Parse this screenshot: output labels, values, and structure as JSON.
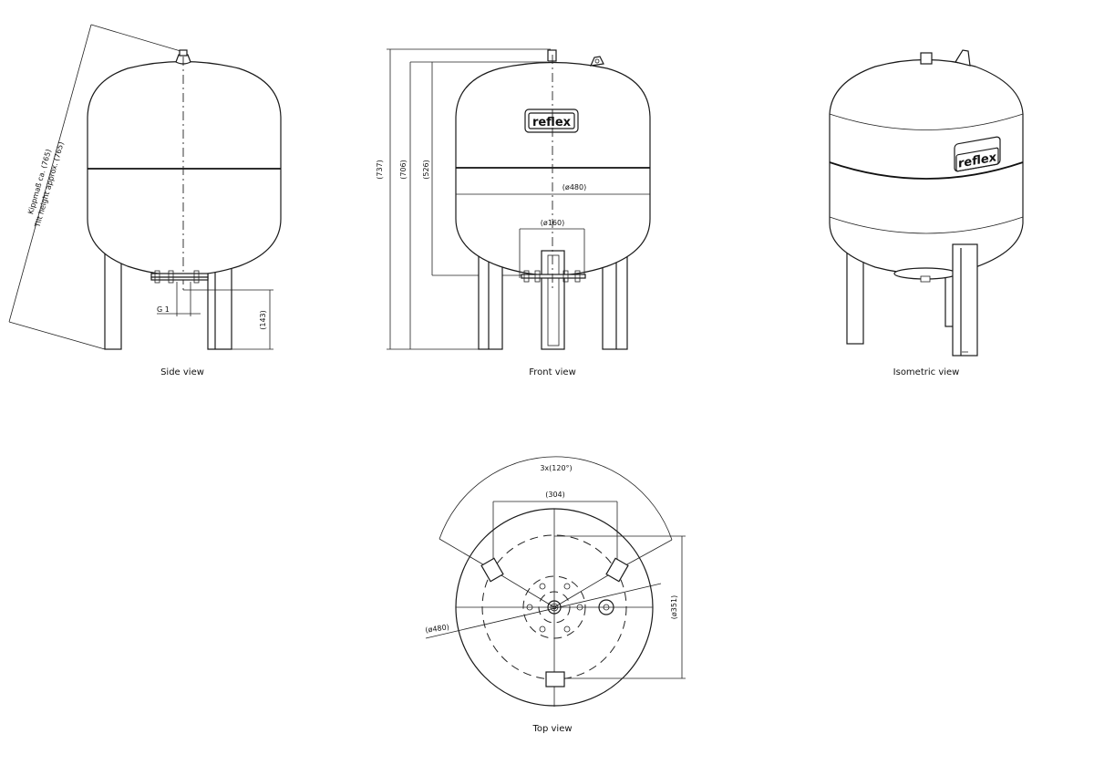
{
  "views": {
    "side": {
      "label": "Side view",
      "tilt_height_de": "Kippmaß ca. (765)",
      "tilt_height_en": "Tilt height approx. (765)",
      "connection": "G 1",
      "connection_height": "(143)"
    },
    "front": {
      "label": "Front view",
      "brand": "reflex",
      "total_height": "(737)",
      "body_height": "(706)",
      "connection_height": "(526)",
      "diameter": "(ø480)",
      "flange_diameter": "(ø160)"
    },
    "isometric": {
      "label": "Isometric view",
      "brand": "reflex"
    },
    "top": {
      "label": "Top view",
      "leg_angle": "3x(120°)",
      "leg_spacing": "(304)",
      "diameter": "(ø480)",
      "leg_circle": "(ø351)"
    }
  }
}
